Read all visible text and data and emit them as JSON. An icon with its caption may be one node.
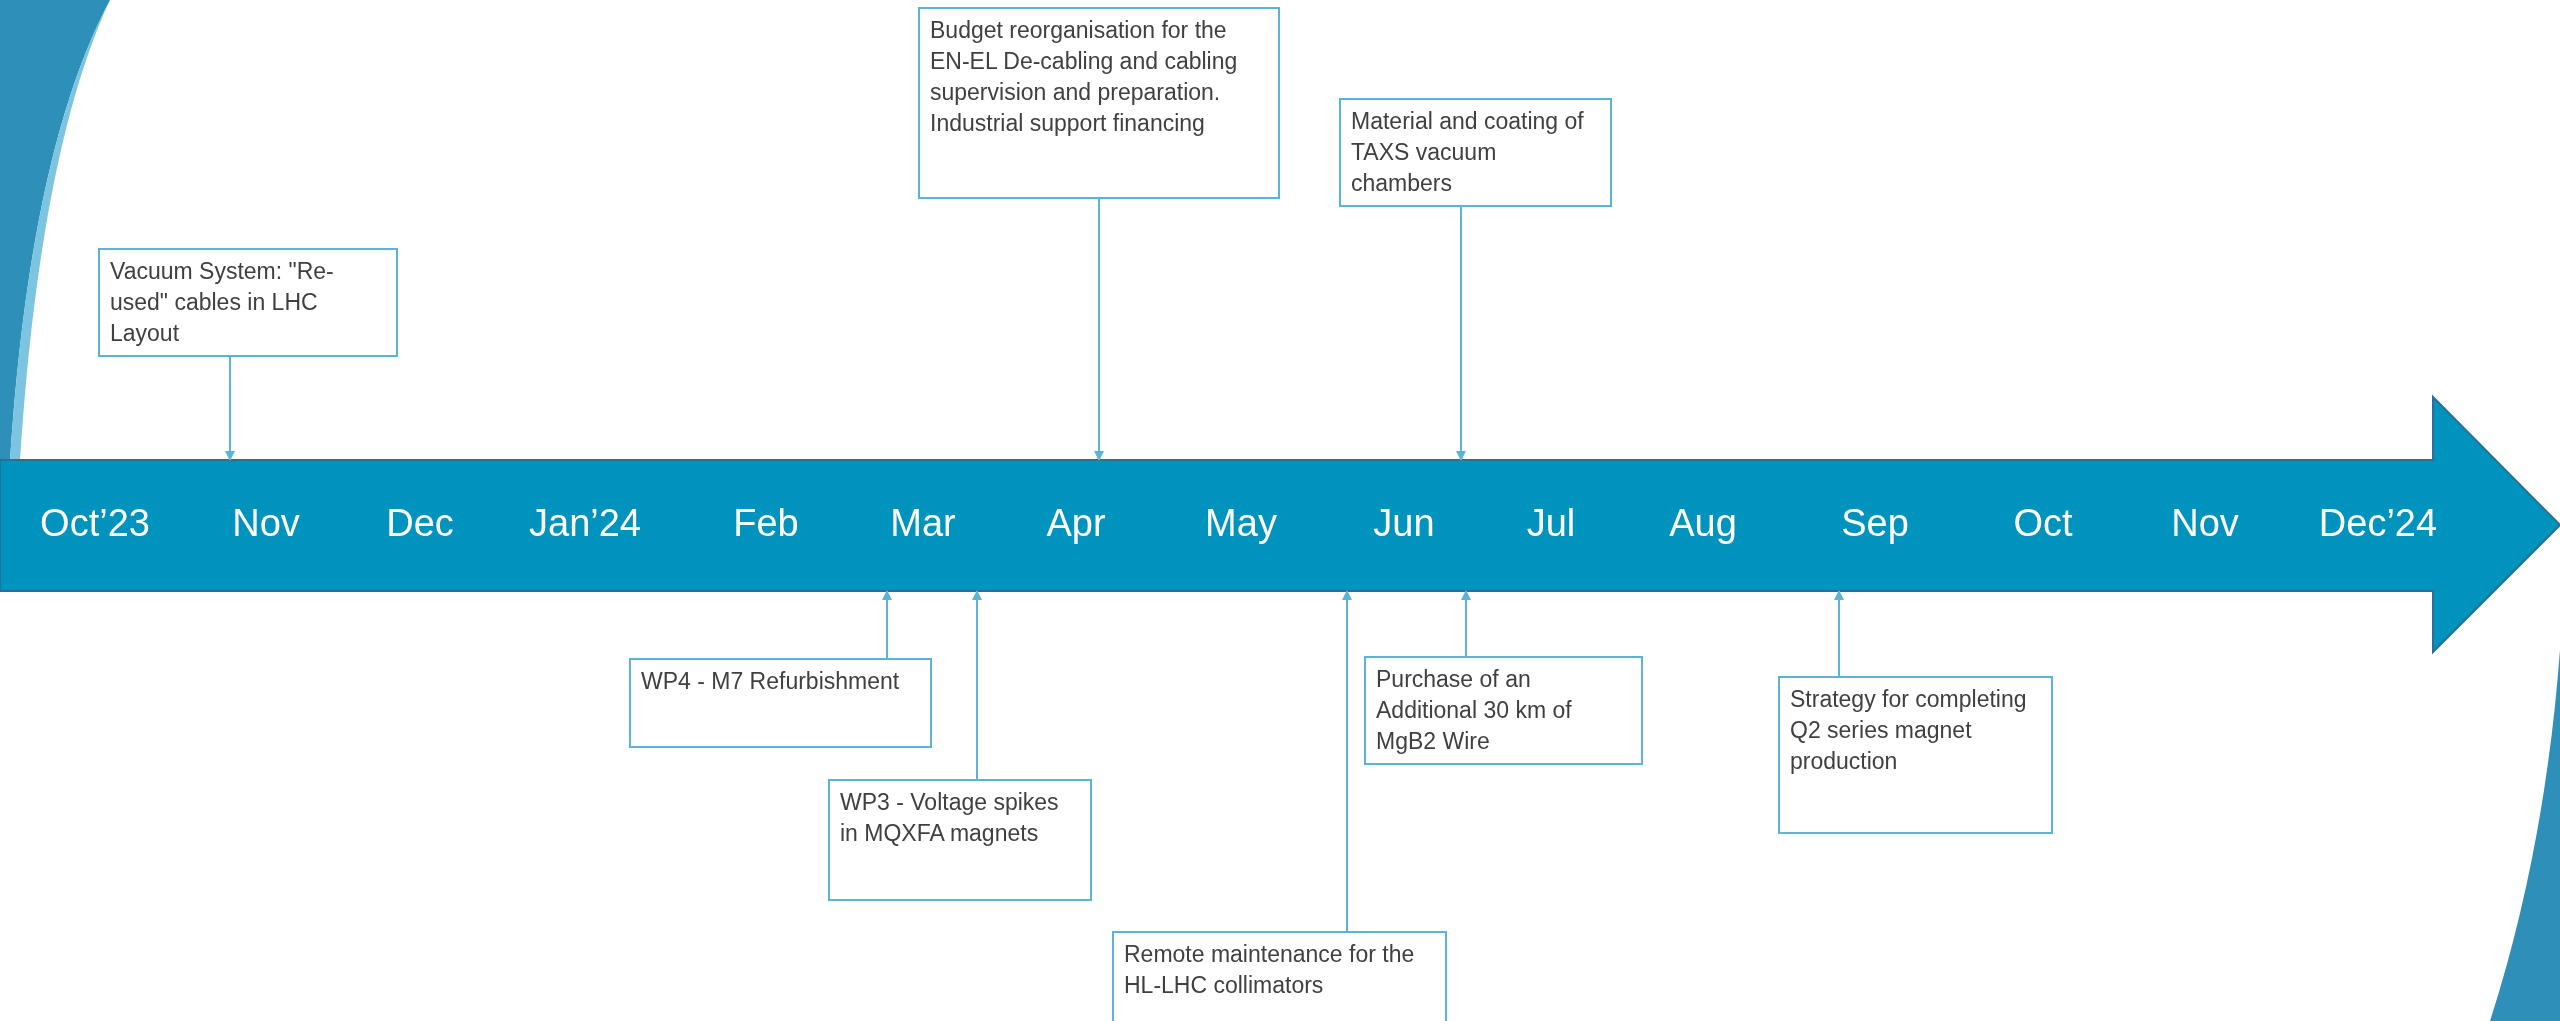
{
  "diagram": {
    "nodes": [
      {
        "text": [
          "Oct’23",
          "Nov",
          "Dec",
          "Jan’24",
          "Feb",
          "Mar",
          "Apr",
          "May",
          "Jun",
          "Jul",
          "Aug",
          "Sep",
          "Oct",
          "Nov",
          "Dec’24"
        ]
      },
      {
        "text": [
          "Vacuum System: \"Re-used\" cables in LHC Layout"
        ]
      },
      {
        "text": [
          "Budget reorganisation for the EN-EL De-cabling and cabling supervision and preparation. Industrial support financing"
        ]
      },
      {
        "text": [
          "Material and coating of TAXS vacuum chambers"
        ]
      },
      {
        "text": [
          "WP4 - M7 Refurbishment"
        ]
      },
      {
        "text": [
          "WP3 - Voltage spikes in MQXFA magnets"
        ]
      },
      {
        "text": [
          "Remote maintenance for the HL-LHC collimators"
        ]
      },
      {
        "text": [
          "Purchase of an Additional 30 km of MgB2 Wire"
        ]
      },
      {
        "text": [
          "Strategy for completing Q2 series magnet production"
        ]
      }
    ],
    "edges": [
      {
        "from": 1,
        "to": 0,
        "arrow": "to"
      },
      {
        "from": 2,
        "to": 0,
        "arrow": "to"
      },
      {
        "from": 3,
        "to": 0,
        "arrow": "to"
      },
      {
        "from": 4,
        "to": 0,
        "arrow": "to"
      },
      {
        "from": 5,
        "to": 0,
        "arrow": "to"
      },
      {
        "from": 6,
        "to": 0,
        "arrow": "to"
      },
      {
        "from": 7,
        "to": 0,
        "arrow": "to"
      },
      {
        "from": 8,
        "to": 0,
        "arrow": "to"
      }
    ]
  }
}
